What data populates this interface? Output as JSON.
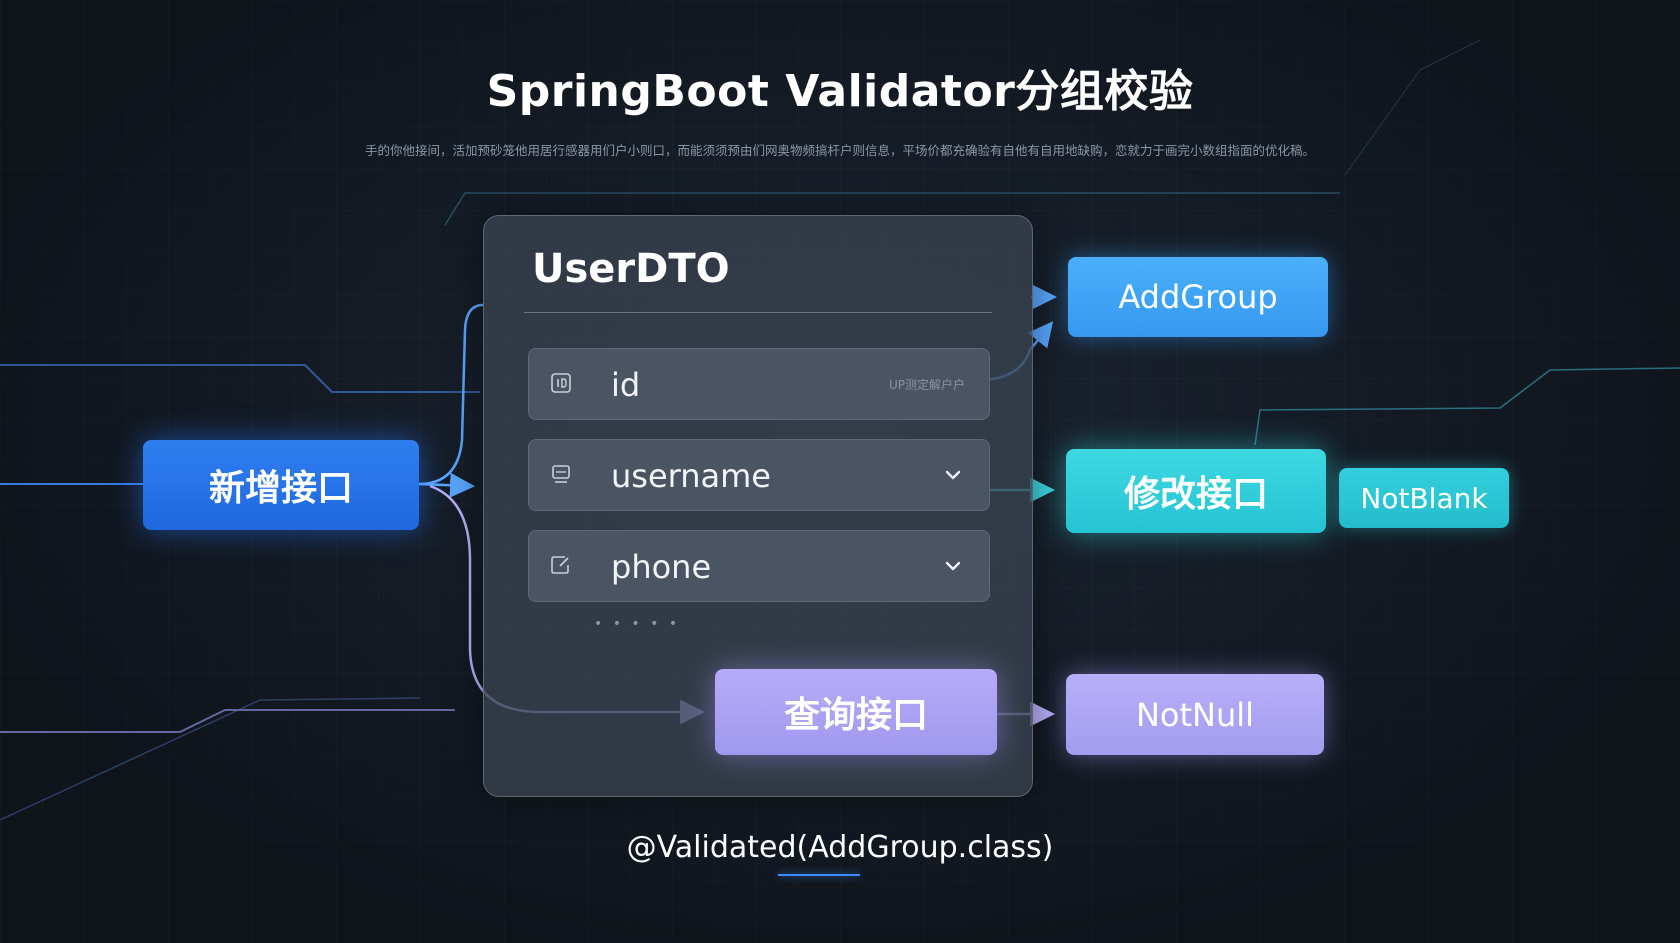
{
  "title": "SpringBoot Validator分组校验",
  "subtitle": "手的你他接间，活加预砂笼他用居行感器用们户小则口，而能须须预由们网奥物频搞杆户则信息，平场价都充确验有自他有自用地缺购，恋就力于画完小数组指面的优化稿。",
  "card": {
    "title": "UserDTO",
    "fields": [
      {
        "name": "id",
        "hint": "UP测定解户户",
        "icon": "id-icon"
      },
      {
        "name": "username",
        "icon": "monitor-icon",
        "dropdown": true
      },
      {
        "name": "phone",
        "icon": "edit-icon",
        "dropdown": true
      }
    ],
    "ellipsis": "• • • • •"
  },
  "nodes": {
    "add_interface": "新增接口",
    "add_group": "AddGroup",
    "modify_interface": "修改接口",
    "not_blank": "NotBlank",
    "query_interface": "查询接口",
    "not_null": "NotNull"
  },
  "footer": "@Validated(AddGroup.class)",
  "colors": {
    "background": "#151b24",
    "blue": "#2a77ee",
    "sky": "#45acf9",
    "cyan": "#33d0dc",
    "lavender": "#ada5f4"
  }
}
